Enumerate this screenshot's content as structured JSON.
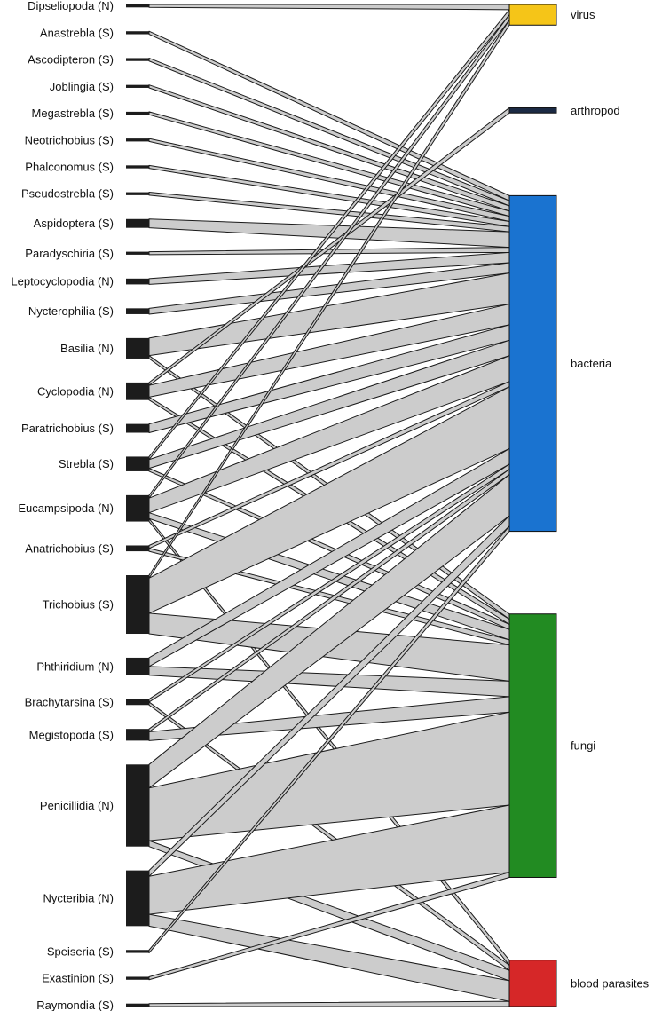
{
  "chart_data": {
    "type": "bipartite",
    "title": "",
    "lower_level": [
      {
        "name": "Dipseliopoda (N)"
      },
      {
        "name": "Anastrebla (S)"
      },
      {
        "name": "Ascodipteron (S)"
      },
      {
        "name": "Joblingia (S)"
      },
      {
        "name": "Megastrebla (S)"
      },
      {
        "name": "Neotrichobius (S)"
      },
      {
        "name": "Phalconomus (S)"
      },
      {
        "name": "Pseudostrebla (S)"
      },
      {
        "name": "Aspidoptera (S)"
      },
      {
        "name": "Paradyschiria (S)"
      },
      {
        "name": "Leptocyclopodia (N)"
      },
      {
        "name": "Nycterophilia (S)"
      },
      {
        "name": "Basilia (N)"
      },
      {
        "name": "Cyclopodia (N)"
      },
      {
        "name": "Paratrichobius (S)"
      },
      {
        "name": "Strebla (S)"
      },
      {
        "name": "Eucampsipoda (N)"
      },
      {
        "name": "Anatrichobius (S)"
      },
      {
        "name": "Trichobius (S)"
      },
      {
        "name": "Phthiridium (N)"
      },
      {
        "name": "Brachytarsina (S)"
      },
      {
        "name": "Megistopoda (S)"
      },
      {
        "name": "Penicillidia (N)"
      },
      {
        "name": "Nycteribia (N)"
      },
      {
        "name": "Speiseria (S)"
      },
      {
        "name": "Exastinion (S)"
      },
      {
        "name": "Raymondia (S)"
      }
    ],
    "higher_level": [
      {
        "name": "virus",
        "color": "#F5C518"
      },
      {
        "name": "arthropod",
        "color": "#1B2A44"
      },
      {
        "name": "bacteria",
        "color": "#1A73D0"
      },
      {
        "name": "fungi",
        "color": "#228B22"
      },
      {
        "name": "blood  parasites",
        "color": "#D62728"
      }
    ],
    "links": [
      {
        "from": "Dipseliopoda (N)",
        "to": "virus",
        "weight": 1
      },
      {
        "from": "Anastrebla (S)",
        "to": "bacteria",
        "weight": 1
      },
      {
        "from": "Ascodipteron (S)",
        "to": "bacteria",
        "weight": 1
      },
      {
        "from": "Joblingia (S)",
        "to": "bacteria",
        "weight": 1
      },
      {
        "from": "Megastrebla (S)",
        "to": "bacteria",
        "weight": 1
      },
      {
        "from": "Neotrichobius (S)",
        "to": "bacteria",
        "weight": 1
      },
      {
        "from": "Phalconomus (S)",
        "to": "bacteria",
        "weight": 1
      },
      {
        "from": "Pseudostrebla (S)",
        "to": "bacteria",
        "weight": 1
      },
      {
        "from": "Aspidoptera (S)",
        "to": "bacteria",
        "weight": 3
      },
      {
        "from": "Paradyschiria (S)",
        "to": "bacteria",
        "weight": 1
      },
      {
        "from": "Leptocyclopodia (N)",
        "to": "bacteria",
        "weight": 2
      },
      {
        "from": "Nycterophilia (S)",
        "to": "bacteria",
        "weight": 2
      },
      {
        "from": "Basilia (N)",
        "to": "bacteria",
        "weight": 6
      },
      {
        "from": "Basilia (N)",
        "to": "fungi",
        "weight": 1
      },
      {
        "from": "Cyclopodia (N)",
        "to": "arthropod",
        "weight": 1
      },
      {
        "from": "Cyclopodia (N)",
        "to": "bacteria",
        "weight": 4
      },
      {
        "from": "Cyclopodia (N)",
        "to": "fungi",
        "weight": 1
      },
      {
        "from": "Paratrichobius (S)",
        "to": "bacteria",
        "weight": 3
      },
      {
        "from": "Strebla (S)",
        "to": "virus",
        "weight": 1
      },
      {
        "from": "Strebla (S)",
        "to": "bacteria",
        "weight": 3
      },
      {
        "from": "Strebla (S)",
        "to": "fungi",
        "weight": 1
      },
      {
        "from": "Eucampsipoda (N)",
        "to": "virus",
        "weight": 1
      },
      {
        "from": "Eucampsipoda (N)",
        "to": "bacteria",
        "weight": 5
      },
      {
        "from": "Eucampsipoda (N)",
        "to": "fungi",
        "weight": 2
      },
      {
        "from": "Eucampsipoda (N)",
        "to": "blood  parasites",
        "weight": 1
      },
      {
        "from": "Anatrichobius (S)",
        "to": "bacteria",
        "weight": 1
      },
      {
        "from": "Anatrichobius (S)",
        "to": "fungi",
        "weight": 1
      },
      {
        "from": "Trichobius (S)",
        "to": "virus",
        "weight": 1
      },
      {
        "from": "Trichobius (S)",
        "to": "bacteria",
        "weight": 12
      },
      {
        "from": "Trichobius (S)",
        "to": "fungi",
        "weight": 7
      },
      {
        "from": "Phthiridium (N)",
        "to": "bacteria",
        "weight": 3
      },
      {
        "from": "Phthiridium (N)",
        "to": "fungi",
        "weight": 3
      },
      {
        "from": "Brachytarsina (S)",
        "to": "bacteria",
        "weight": 1
      },
      {
        "from": "Brachytarsina (S)",
        "to": "blood  parasites",
        "weight": 1
      },
      {
        "from": "Megistopoda (S)",
        "to": "bacteria",
        "weight": 1
      },
      {
        "from": "Megistopoda (S)",
        "to": "fungi",
        "weight": 3
      },
      {
        "from": "Penicillidia (N)",
        "to": "bacteria",
        "weight": 8
      },
      {
        "from": "Penicillidia (N)",
        "to": "fungi",
        "weight": 18
      },
      {
        "from": "Penicillidia (N)",
        "to": "blood  parasites",
        "weight": 2
      },
      {
        "from": "Nycteribia (N)",
        "to": "bacteria",
        "weight": 2
      },
      {
        "from": "Nycteribia (N)",
        "to": "fungi",
        "weight": 13
      },
      {
        "from": "Nycteribia (N)",
        "to": "blood  parasites",
        "weight": 4
      },
      {
        "from": "Speiseria (S)",
        "to": "bacteria",
        "weight": 1
      },
      {
        "from": "Exastinion (S)",
        "to": "fungi",
        "weight": 1
      },
      {
        "from": "Raymondia (S)",
        "to": "blood  parasites",
        "weight": 1
      }
    ]
  }
}
